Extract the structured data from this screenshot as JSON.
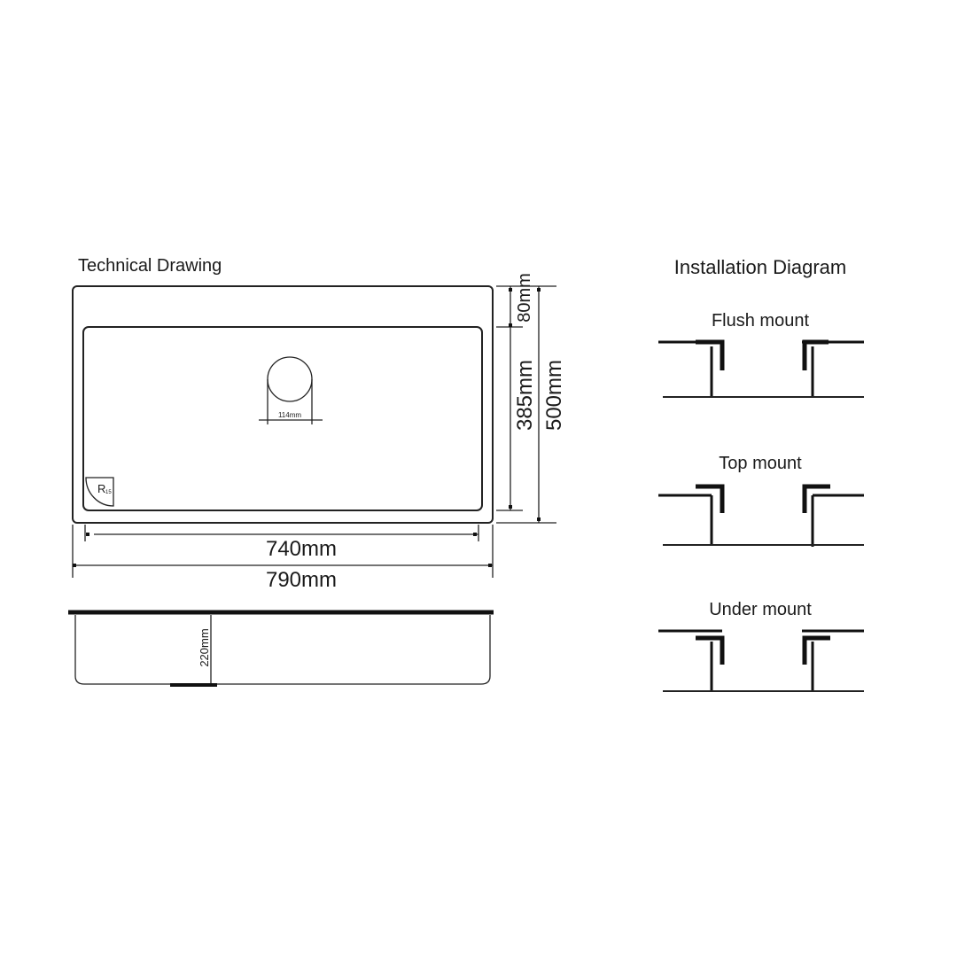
{
  "technical_drawing": {
    "title": "Technical Drawing",
    "drain_diameter": "114mm",
    "corner_radius_letter": "R",
    "corner_radius_value": "15",
    "rim_depth": "80mm",
    "bowl_length": "385mm",
    "overall_length": "500mm",
    "bowl_width": "740mm",
    "overall_width": "790mm",
    "bowl_depth": "220mm"
  },
  "installation": {
    "title": "Installation Diagram",
    "mounts": [
      {
        "label": "Flush mount",
        "type": "flush"
      },
      {
        "label": "Top mount",
        "type": "top"
      },
      {
        "label": "Under mount",
        "type": "under"
      }
    ]
  }
}
